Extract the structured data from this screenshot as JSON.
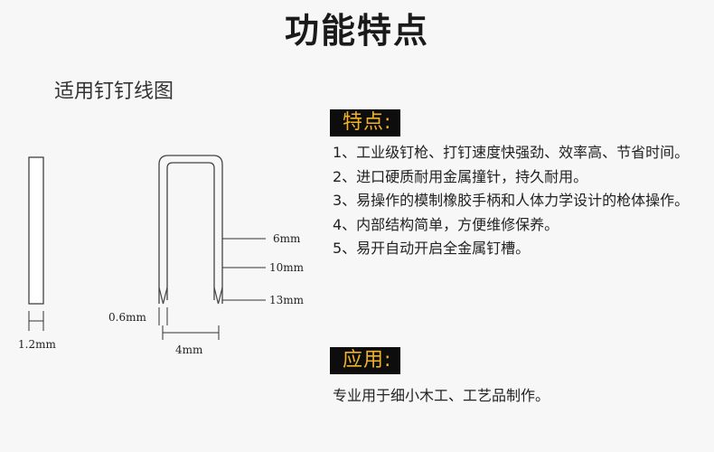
{
  "page": {
    "title": "功能特点"
  },
  "diagram": {
    "title": "适用钉钉线图",
    "labels": {
      "width_1_2": "1.2mm",
      "thickness_0_6": "0.6mm",
      "span_4": "4mm",
      "length_6": "6mm",
      "length_10": "10mm",
      "length_13": "13mm"
    }
  },
  "features": {
    "heading": "特点:",
    "items": [
      "1、工业级钉枪、打钉速度快强劲、效率高、节省时间。",
      "2、进口硬质耐用金属撞针，持久耐用。",
      "3、易操作的模制橡胶手柄和人体力学设计的枪体操作。",
      "4、内部结构简单，方便维修保养。",
      "5、易开自动开启全金属钉槽。"
    ]
  },
  "usage": {
    "heading": "应用:",
    "text": "专业用于细小木工、工艺品制作。"
  },
  "colors": {
    "badge_bg": "#0d0d0d",
    "badge_text": "#f2b128",
    "background": "#f7f7f7"
  }
}
